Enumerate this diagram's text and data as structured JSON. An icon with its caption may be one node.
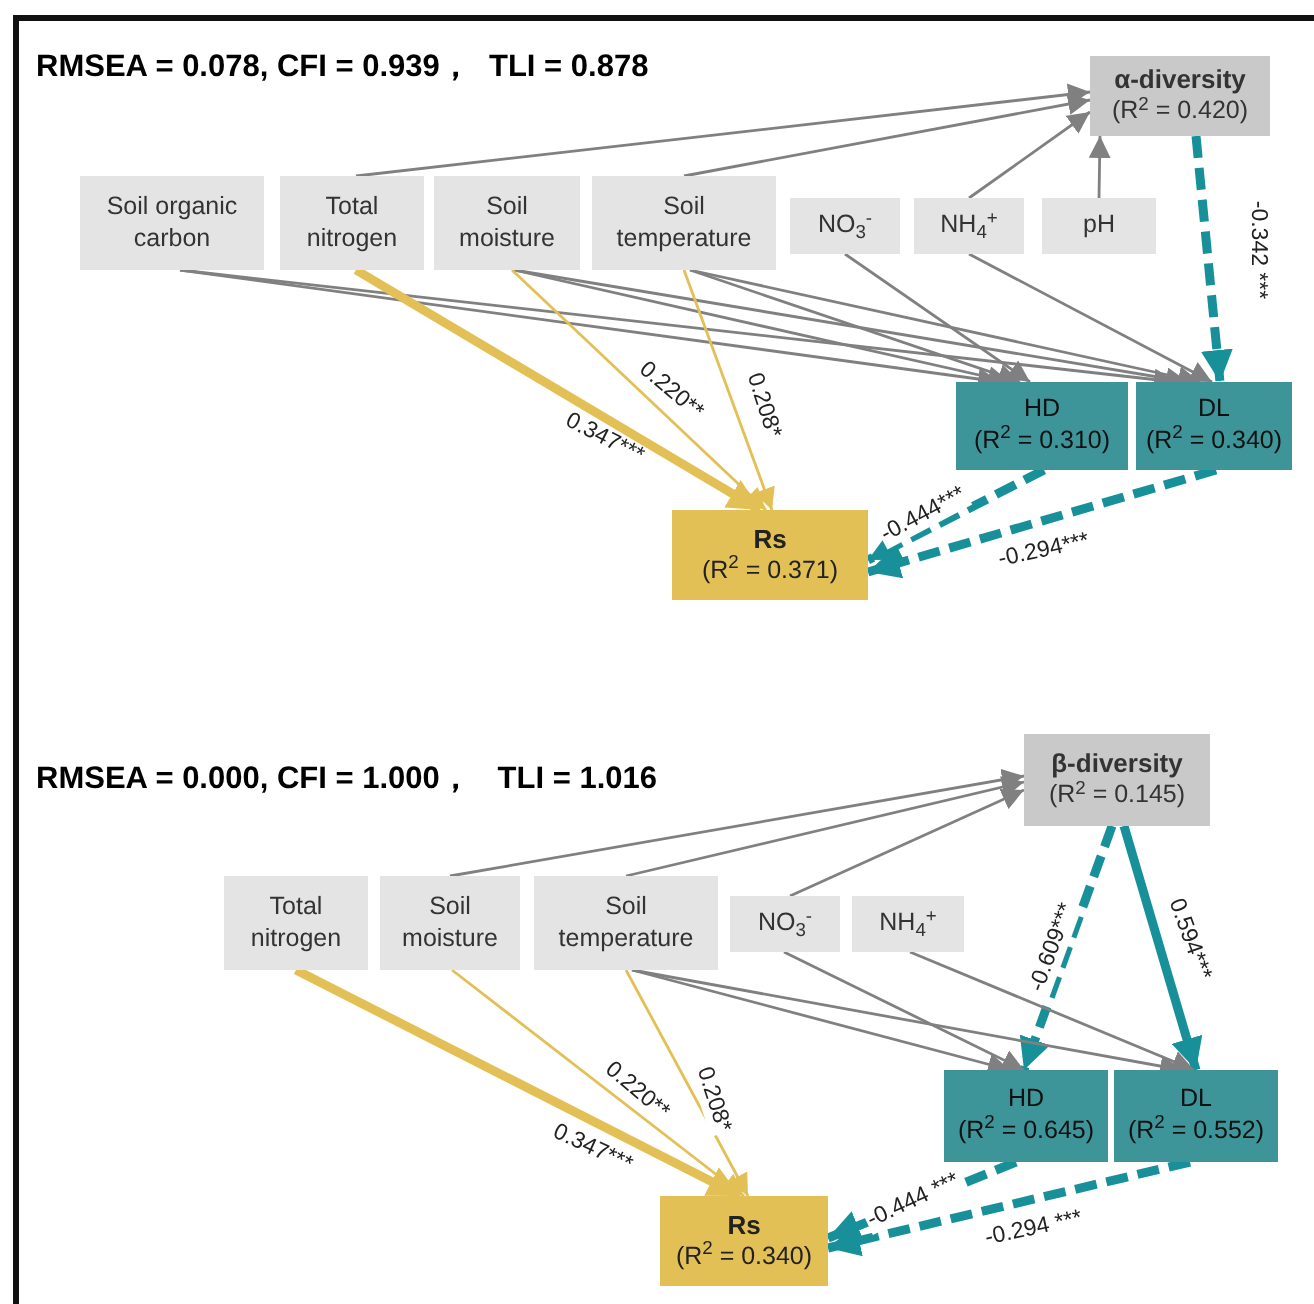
{
  "diagram": {
    "nodes": [
      {
        "text": [
          "α-diversity",
          "(R$^{2}$ = 0.420)"
        ]
      },
      {
        "text": [
          "Soil organic carbon"
        ]
      },
      {
        "text": [
          "Total nitrogen"
        ]
      },
      {
        "text": [
          "Soil moisture"
        ]
      },
      {
        "text": [
          "Soil temperature"
        ]
      },
      {
        "text": [
          "NO$_{3}$$^{-}$"
        ]
      },
      {
        "text": [
          "NH$_{4}$$^{+}$"
        ]
      },
      {
        "text": [
          "pH"
        ]
      },
      {
        "text": [
          "HD",
          "(R$^{2}$ = 0.310)"
        ]
      },
      {
        "text": [
          "DL",
          "(R$^{2}$ = 0.340)"
        ]
      },
      {
        "text": [
          "Rs",
          "(R$^{2}$ = 0.371)"
        ]
      },
      {
        "text": [
          "β-diversity",
          "(R$^{2}$ = 0.145)"
        ]
      },
      {
        "text": [
          "Total nitrogen"
        ]
      },
      {
        "text": [
          "Soil moisture"
        ]
      },
      {
        "text": [
          "Soil temperature"
        ]
      },
      {
        "text": [
          "NO$_{3}$$^{-}$"
        ]
      },
      {
        "text": [
          "NH$_{4}$$^{+}$"
        ]
      },
      {
        "text": [
          "HD",
          "(R$^{2}$ = 0.645)"
        ]
      },
      {
        "text": [
          "DL",
          "(R$^{2}$ = 0.552)"
        ]
      },
      {
        "text": [
          "Rs",
          "(R$^{2}$ = 0.340)"
        ]
      }
    ],
    "edges": [
      {
        "from": 2,
        "to": 0,
        "arrow": "to"
      },
      {
        "from": 4,
        "to": 0,
        "arrow": "to"
      },
      {
        "from": 6,
        "to": 0,
        "arrow": "to"
      },
      {
        "from": 7,
        "to": 0,
        "arrow": "to"
      },
      {
        "from": 0,
        "to": 9,
        "arrow": "to",
        "label": "-0.342 ***",
        "style": "dashed",
        "color": "#17909a"
      },
      {
        "from": 1,
        "to": 8,
        "arrow": "to"
      },
      {
        "from": 1,
        "to": 9,
        "arrow": "to"
      },
      {
        "from": 3,
        "to": 8,
        "arrow": "to"
      },
      {
        "from": 3,
        "to": 9,
        "arrow": "to"
      },
      {
        "from": 4,
        "to": 8,
        "arrow": "to"
      },
      {
        "from": 4,
        "to": 9,
        "arrow": "to"
      },
      {
        "from": 5,
        "to": 8,
        "arrow": "to"
      },
      {
        "from": 6,
        "to": 9,
        "arrow": "to"
      },
      {
        "from": 2,
        "to": 10,
        "arrow": "to",
        "label": "0.347***",
        "style": "thick",
        "color": "#e3c055"
      },
      {
        "from": 3,
        "to": 10,
        "arrow": "to",
        "label": "0.220**",
        "color": "#e3c055"
      },
      {
        "from": 4,
        "to": 10,
        "arrow": "to",
        "label": "0.208*",
        "color": "#e3c055"
      },
      {
        "from": 8,
        "to": 10,
        "arrow": "to",
        "label": "-0.444***",
        "style": "dashed",
        "color": "#17909a"
      },
      {
        "from": 9,
        "to": 10,
        "arrow": "to",
        "label": "-0.294***",
        "style": "dashed",
        "color": "#17909a"
      },
      {
        "from": 13,
        "to": 11,
        "arrow": "to"
      },
      {
        "from": 14,
        "to": 11,
        "arrow": "to"
      },
      {
        "from": 15,
        "to": 11,
        "arrow": "to"
      },
      {
        "from": 11,
        "to": 17,
        "arrow": "to",
        "label": "-0.609***",
        "style": "dashed",
        "color": "#17909a"
      },
      {
        "from": 11,
        "to": 18,
        "arrow": "to",
        "label": "0.594***",
        "style": "thick",
        "color": "#17909a"
      },
      {
        "from": 14,
        "to": 17,
        "arrow": "to"
      },
      {
        "from": 14,
        "to": 18,
        "arrow": "to"
      },
      {
        "from": 15,
        "to": 17,
        "arrow": "to"
      },
      {
        "from": 16,
        "to": 18,
        "arrow": "to"
      },
      {
        "from": 12,
        "to": 19,
        "arrow": "to",
        "label": "0.347***",
        "style": "thick",
        "color": "#e3c055"
      },
      {
        "from": 13,
        "to": 19,
        "arrow": "to",
        "label": "0.220**",
        "color": "#e3c055"
      },
      {
        "from": 14,
        "to": 19,
        "arrow": "to",
        "label": "0.208*",
        "color": "#e3c055"
      },
      {
        "from": 17,
        "to": 19,
        "arrow": "to",
        "label": "-0.444 ***",
        "style": "dashed",
        "color": "#17909a"
      },
      {
        "from": 18,
        "to": 19,
        "arrow": "to",
        "label": "-0.294 ***",
        "style": "dashed",
        "color": "#17909a"
      }
    ],
    "labels": [
      "RMSEA = 0.078, CFI = 0.939，  TLI = 0.878",
      "RMSEA = 0.000, CFI = 1.000，   TLI = 1.016"
    ]
  }
}
